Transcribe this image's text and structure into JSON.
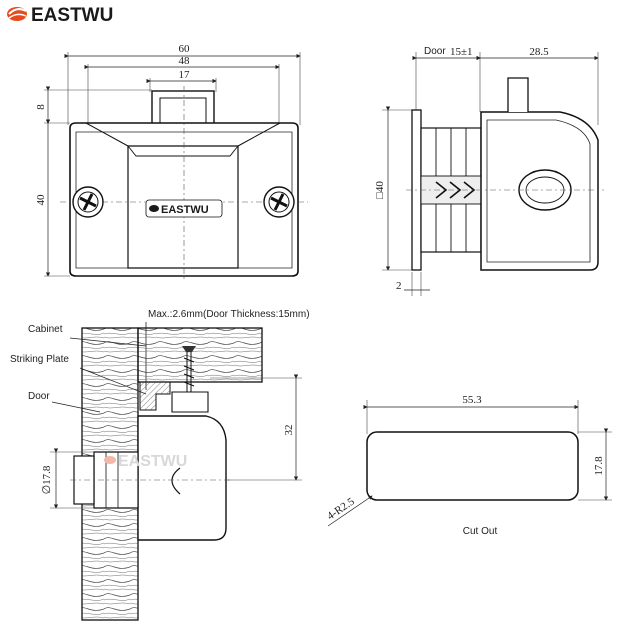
{
  "brand": {
    "name": "EASTWU",
    "accent_color": "#e8491d",
    "icon": "brand-swoosh-icon"
  },
  "front_view": {
    "dim_width_total": "60",
    "dim_width_holes": "48",
    "dim_button_width": "17",
    "dim_button_height": "8",
    "dim_height": "40",
    "body_logo": "EASTWU"
  },
  "side_view": {
    "door_label": "Door",
    "dim_door": "15±1",
    "dim_depth": "28.5",
    "dim_height": "□40",
    "dim_flange": "2"
  },
  "install_view": {
    "max_note": "Max.:2.6mm(Door Thickness:15mm)",
    "label_cabinet": "Cabinet",
    "label_striking_plate": "Striking Plate",
    "label_door": "Door",
    "dim_offset": "32",
    "dim_diameter": "∅17.8",
    "watermark": "EASTWU"
  },
  "cutout_view": {
    "dim_width": "55.3",
    "dim_height": "17.8",
    "dim_radius": "4-R2.5",
    "caption": "Cut Out"
  }
}
